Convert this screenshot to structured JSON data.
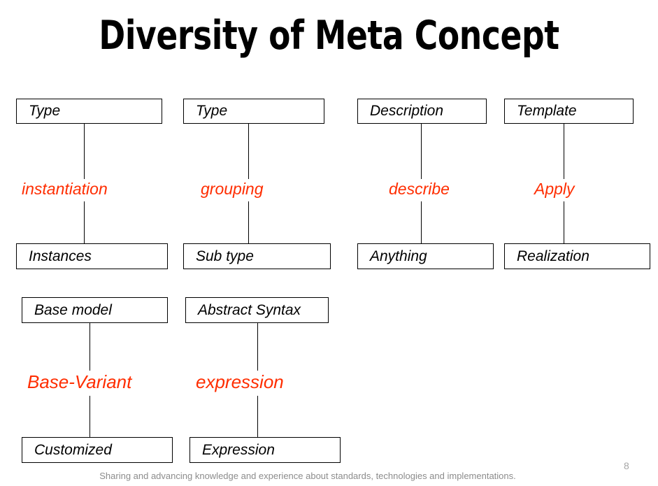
{
  "slide": {
    "title": "Diversity of Meta Concept",
    "page_number": "8",
    "footer": "Sharing and advancing knowledge and experience about standards, technologies and implementations.",
    "accent_color": "#FF2D00",
    "text_color": "#000000",
    "footer_color": "#8c8c8c"
  },
  "diagram": {
    "columns": [
      {
        "id": "instantiation",
        "source": "Type",
        "relation": "instantiation",
        "target": "Instances"
      },
      {
        "id": "grouping",
        "source": "Type",
        "relation": "grouping",
        "target": "Sub type"
      },
      {
        "id": "describe",
        "source": "Description",
        "relation": "describe",
        "target": "Anything"
      },
      {
        "id": "apply",
        "source": "Template",
        "relation": "Apply",
        "target": "Realization"
      },
      {
        "id": "base-variant",
        "source": "Base model",
        "relation": "Base-Variant",
        "target": "Customized"
      },
      {
        "id": "expression",
        "source": "Abstract Syntax",
        "relation": "expression",
        "target": "Expression"
      }
    ]
  }
}
